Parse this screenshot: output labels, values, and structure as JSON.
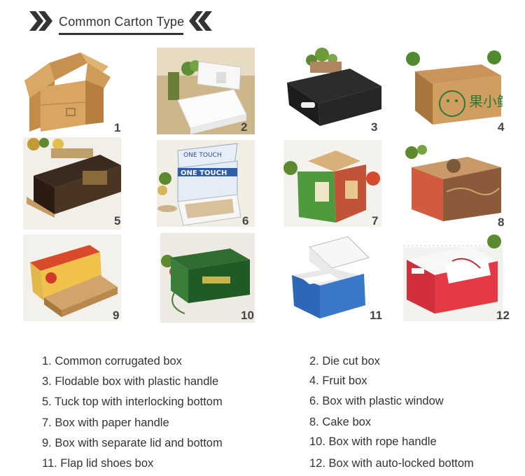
{
  "header": {
    "title": "Common Carton Type",
    "accent_color": "#333333",
    "left_icon": "double-chevron-right-icon",
    "right_icon": "double-chevron-left-icon"
  },
  "items": [
    {
      "number": "1",
      "caption": "1. Common corrugated box"
    },
    {
      "number": "2",
      "caption": "2. Die cut box"
    },
    {
      "number": "3",
      "caption": "3. Flodable box with plastic handle"
    },
    {
      "number": "4",
      "caption": "4. Fruit box"
    },
    {
      "number": "5",
      "caption": "5. Tuck top with interlocking bottom"
    },
    {
      "number": "6",
      "caption": "6. Box with plastic window"
    },
    {
      "number": "7",
      "caption": "7. Box with paper handle"
    },
    {
      "number": "8",
      "caption": "8. Cake box"
    },
    {
      "number": "9",
      "caption": "9. Box with separate lid and bottom"
    },
    {
      "number": "10",
      "caption": "10. Box with rope handle"
    },
    {
      "number": "11",
      "caption": "11. Flap lid shoes box"
    },
    {
      "number": "12",
      "caption": "12. Box with auto-locked bottom"
    }
  ],
  "photo_labels": {
    "box6_brand": "ONE TOUCH",
    "box4_brand": "果小鲜"
  }
}
